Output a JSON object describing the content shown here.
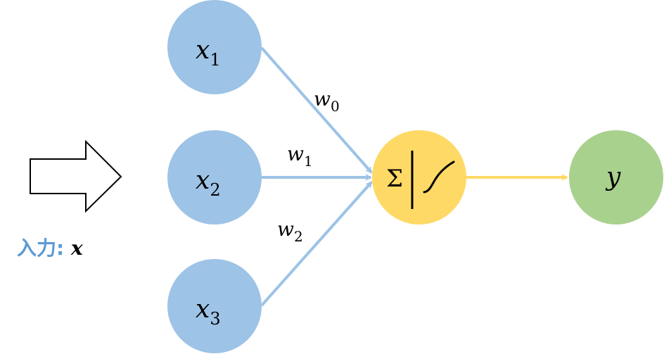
{
  "colors": {
    "input_node": "#9dc3e6",
    "sum_node": "#ffd966",
    "output_node": "#a9d18e",
    "weight_edge": "#9dc3e6",
    "output_edge": "#ffd966",
    "input_label": "#5b9bd5",
    "text": "#000000"
  },
  "inputs": [
    {
      "symbol": "x",
      "subscript": "1"
    },
    {
      "symbol": "x",
      "subscript": "2"
    },
    {
      "symbol": "x",
      "subscript": "3"
    }
  ],
  "weights": [
    {
      "symbol": "w",
      "subscript": "0"
    },
    {
      "symbol": "w",
      "subscript": "1"
    },
    {
      "symbol": "w",
      "subscript": "2"
    }
  ],
  "neuron": {
    "sum_symbol": "Σ",
    "activation_icon": "sigmoid-curve-icon"
  },
  "output": {
    "symbol": "y"
  },
  "input_label": {
    "text": "入力: ",
    "vector_symbol": "x"
  },
  "arrow_icon": "hollow-right-arrow-icon"
}
